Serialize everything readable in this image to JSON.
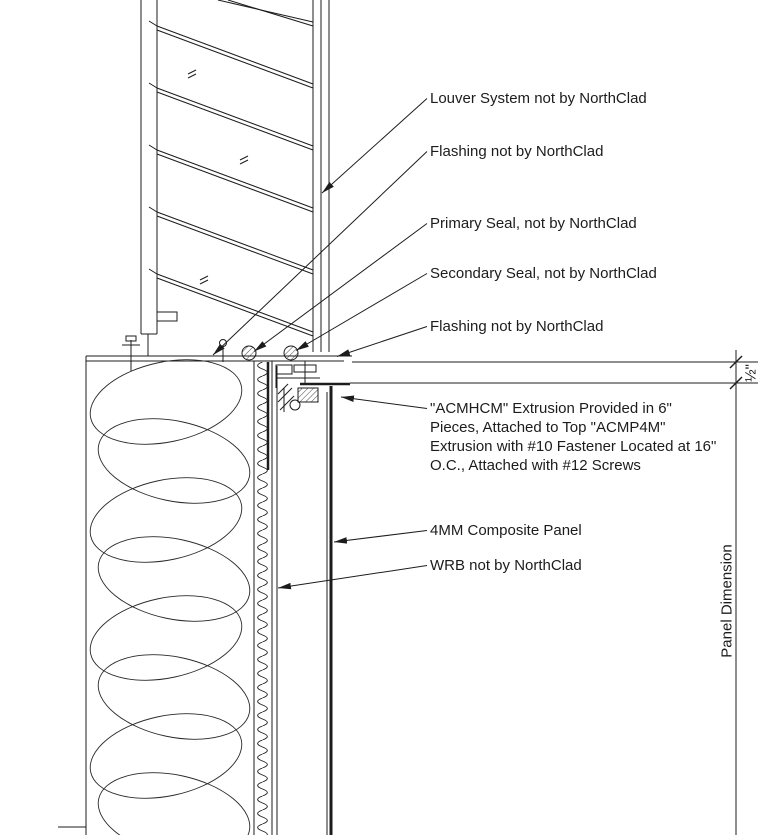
{
  "drawing": {
    "kind": "architectural-section-detail",
    "callouts": {
      "louver": "Louver System not by NorthClad",
      "flashing_top": "Flashing not by NorthClad",
      "primary_seal": "Primary Seal, not by NorthClad",
      "secondary_seal": "Secondary Seal, not by NorthClad",
      "flashing_lower": "Flashing not by NorthClad",
      "extrusion": "\"ACMHCM\" Extrusion Provided in 6\" Pieces, Attached to Top \"ACMP4M\" Extrusion with #10 Fastener Located at 16\" O.C., Attached with #12 Screws",
      "panel": "4MM Composite Panel",
      "wrb": "WRB not by NorthClad"
    },
    "dimensions": {
      "gap": "½\"",
      "panel": "Panel Dimension"
    },
    "colors": {
      "line": "#1c1c1c",
      "background": "#ffffff"
    }
  }
}
